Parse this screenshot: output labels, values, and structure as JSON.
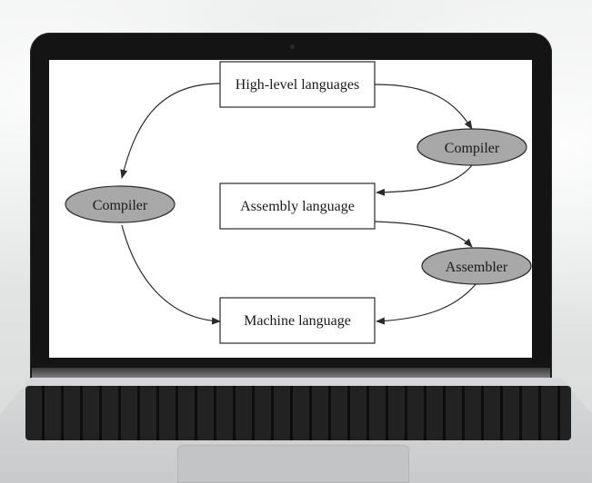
{
  "diagram": {
    "nodes": {
      "high_level": "High-level languages",
      "compiler_left": "Compiler",
      "compiler_right": "Compiler",
      "assembly": "Assembly language",
      "assembler": "Assembler",
      "machine": "Machine language"
    },
    "edges": [
      [
        "high_level",
        "compiler_left"
      ],
      [
        "compiler_left",
        "machine"
      ],
      [
        "high_level",
        "compiler_right"
      ],
      [
        "compiler_right",
        "assembly"
      ],
      [
        "assembly",
        "assembler"
      ],
      [
        "assembler",
        "machine"
      ]
    ],
    "colors": {
      "ellipse_fill": "#a8a8a8",
      "box_fill": "#ffffff",
      "stroke": "#2a2a2a"
    }
  }
}
